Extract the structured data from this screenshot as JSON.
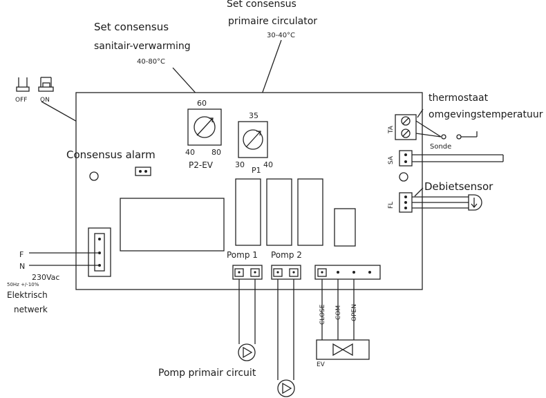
{
  "labels": {
    "sanitair_title_1": "Set consensus",
    "sanitair_title_2": "sanitair-verwarming",
    "sanitair_range": "40-80°C",
    "primaire_title_1": "Set consensus",
    "primaire_title_2": "primaire circulator",
    "primaire_range": "30-40°C",
    "thermostaat_1": "thermostaat",
    "thermostaat_2": "omgevingstemperatuur",
    "sonde": "Sonde",
    "debietsensor": "Debietsensor",
    "consensus_alarm": "Consensus alarm",
    "pomp1": "Pomp 1",
    "pomp2": "Pomp 2",
    "pomp_primair": "Pomp primair circuit",
    "elektrisch_1": "Elektrisch",
    "elektrisch_2": "netwerk",
    "voltage": "230Vac",
    "freq": "50Hz +/-10%",
    "f": "F",
    "n": "N",
    "off": "OFF",
    "on": "ON",
    "ev": "EV",
    "close": "CLOSE",
    "com": "COM",
    "open": "OPEN",
    "ta": "TA",
    "sa": "SA",
    "fl": "FL"
  },
  "dials": {
    "p2": {
      "name": "P2-EV",
      "top": "60",
      "left": "40",
      "right": "80"
    },
    "p1": {
      "name": "P1",
      "top": "35",
      "left": "30",
      "right": "40"
    }
  }
}
